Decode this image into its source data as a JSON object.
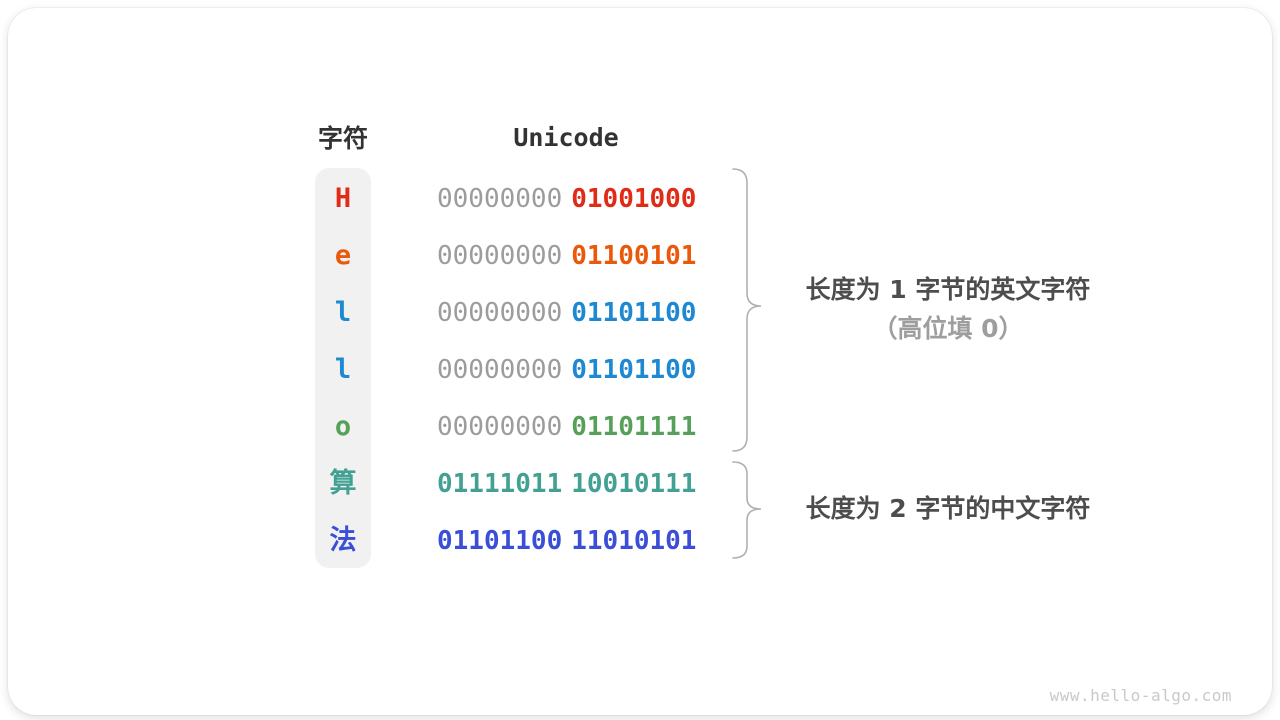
{
  "figure": {
    "topic": "unicode-encoding-of-hello-and-chinese-chars",
    "site": "hello-algo"
  },
  "table": {
    "headers": {
      "char": "字符",
      "unicode": "Unicode"
    },
    "rows": [
      {
        "char": "H",
        "color": "#e02b16",
        "byte1": "00000000",
        "byte1_color": "#9c9c9c",
        "byte2": "01001000"
      },
      {
        "char": "e",
        "color": "#ea580c",
        "byte1": "00000000",
        "byte1_color": "#9c9c9c",
        "byte2": "01100101"
      },
      {
        "char": "l",
        "color": "#1e88d2",
        "byte1": "00000000",
        "byte1_color": "#9c9c9c",
        "byte2": "01101100"
      },
      {
        "char": "l",
        "color": "#1e88d2",
        "byte1": "00000000",
        "byte1_color": "#9c9c9c",
        "byte2": "01101100"
      },
      {
        "char": "o",
        "color": "#56a05a",
        "byte1": "00000000",
        "byte1_color": "#9c9c9c",
        "byte2": "01101111"
      },
      {
        "char": "算",
        "color": "#42a193",
        "byte1": "01111011",
        "byte1_color": "#42a193",
        "byte2": "10010111"
      },
      {
        "char": "法",
        "color": "#3a4ed8",
        "byte1": "01101100",
        "byte1_color": "#3a4ed8",
        "byte2": "11010101"
      }
    ]
  },
  "annotations": {
    "group_1byte": {
      "line1": "长度为 1 字节的英文字符",
      "line2": "（高位填 0）"
    },
    "group_2byte": {
      "line1": "长度为 2 字节的中文字符"
    }
  },
  "watermark": "www.hello-algo.com",
  "colors": {
    "muted_binary": "#9c9c9c",
    "header_text": "#333333",
    "note_text": "#4d4d4d",
    "note_sub_text": "#9e9e9e",
    "brace_stroke": "#b0b0b0",
    "char_column_bg": "#f1f1f1",
    "card_bg": "#ffffff",
    "watermark_text": "#c9c9c9"
  }
}
